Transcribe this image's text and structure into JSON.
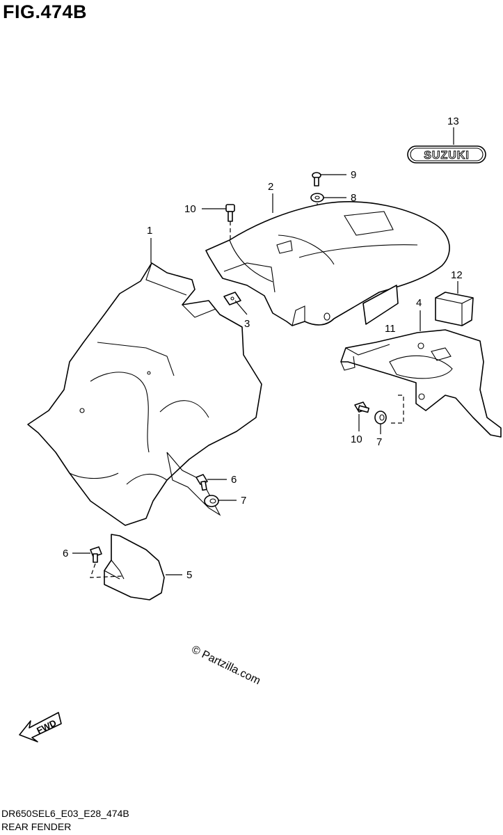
{
  "figure": {
    "title": "FIG.474B",
    "code": "DR650SEL6_E03_E28_474B",
    "caption": "REAR FENDER",
    "watermark": "© Partzilla.com",
    "fwd_label": "FWD",
    "emblem_text": "SUZUKI"
  },
  "callouts": [
    {
      "id": "c1",
      "text": "1"
    },
    {
      "id": "c2",
      "text": "2"
    },
    {
      "id": "c3",
      "text": "3"
    },
    {
      "id": "c4",
      "text": "4"
    },
    {
      "id": "c5",
      "text": "5"
    },
    {
      "id": "c6a",
      "text": "6"
    },
    {
      "id": "c6b",
      "text": "6"
    },
    {
      "id": "c7a",
      "text": "7"
    },
    {
      "id": "c7b",
      "text": "7"
    },
    {
      "id": "c8",
      "text": "8"
    },
    {
      "id": "c9",
      "text": "9"
    },
    {
      "id": "c10a",
      "text": "10"
    },
    {
      "id": "c10b",
      "text": "10"
    },
    {
      "id": "c11",
      "text": "11"
    },
    {
      "id": "c12",
      "text": "12"
    },
    {
      "id": "c13",
      "text": "13"
    }
  ]
}
